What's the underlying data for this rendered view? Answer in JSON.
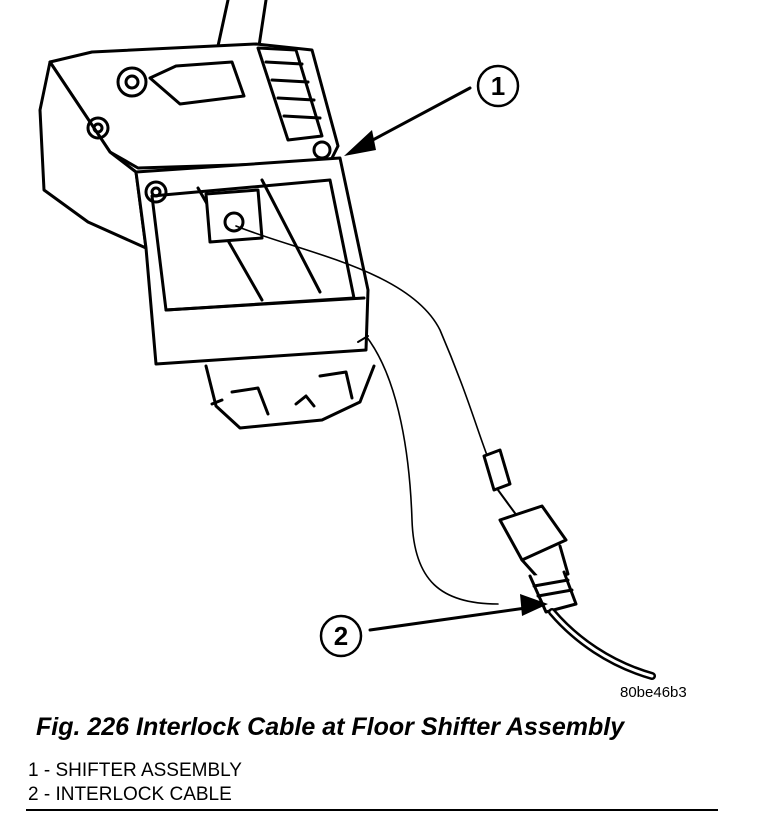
{
  "figure": {
    "callouts": [
      {
        "number": "1"
      },
      {
        "number": "2"
      }
    ],
    "image_code": "80be46b3"
  },
  "caption": "Fig. 226 Interlock Cable at Floor Shifter Assembly",
  "legend": [
    {
      "text": "1 - SHIFTER ASSEMBLY"
    },
    {
      "text": "2 - INTERLOCK CABLE"
    }
  ]
}
